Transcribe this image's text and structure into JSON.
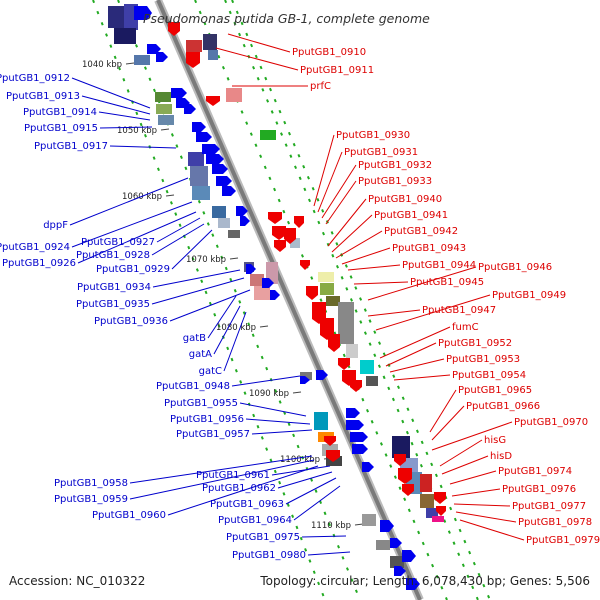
{
  "title": "Pseudomonas putida GB-1, complete genome",
  "footer": {
    "accession_label": "Accession:",
    "accession": "NC_010322",
    "topology_label": "Topology:",
    "topology": "circular",
    "length_label": "Length:",
    "length": "6,078,430 bp",
    "genes_label": "Genes:",
    "genes": "5,506"
  },
  "colors": {
    "forward_strand": "#0000ee",
    "reverse_strand": "#ee0000",
    "forward_label": "#0000cc",
    "reverse_label": "#dd0000",
    "scale_text": "#222222",
    "guide_dots": "#22aa22"
  },
  "scale_ticks": [
    "1040 kbp",
    "1050 kbp",
    "1060 kbp",
    "1070 kbp",
    "1080 kbp",
    "1090 kbp",
    "1100 kbp",
    "1110 kbp"
  ],
  "forward_genes": [
    "PputGB1_0912",
    "PputGB1_0913",
    "PputGB1_0914",
    "PputGB1_0915",
    "PputGB1_0917",
    "dppF",
    "PputGB1_0924",
    "PputGB1_0926",
    "PputGB1_0927",
    "PputGB1_0928",
    "PputGB1_0929",
    "PputGB1_0934",
    "PputGB1_0935",
    "PputGB1_0936",
    "gatB",
    "gatA",
    "gatC",
    "PputGB1_0948",
    "PputGB1_0955",
    "PputGB1_0956",
    "PputGB1_0957",
    "PputGB1_0958",
    "PputGB1_0959",
    "PputGB1_0960",
    "PputGB1_0961",
    "PputGB1_0962",
    "PputGB1_0963",
    "PputGB1_0964",
    "PputGB1_0975",
    "PputGB1_0980"
  ],
  "reverse_genes": [
    "PputGB1_0910",
    "PputGB1_0911",
    "prfC",
    "PputGB1_0930",
    "PputGB1_0931",
    "PputGB1_0932",
    "PputGB1_0933",
    "PputGB1_0940",
    "PputGB1_0941",
    "PputGB1_0942",
    "PputGB1_0943",
    "PputGB1_0944",
    "PputGB1_0946",
    "PputGB1_0945",
    "PputGB1_0949",
    "PputGB1_0947",
    "fumC",
    "PputGB1_0952",
    "PputGB1_0953",
    "PputGB1_0954",
    "PputGB1_0965",
    "PputGB1_0966",
    "PputGB1_0970",
    "hisG",
    "hisD",
    "PputGB1_0974",
    "PputGB1_0976",
    "PputGB1_0977",
    "PputGB1_0978",
    "PputGB1_0979"
  ]
}
